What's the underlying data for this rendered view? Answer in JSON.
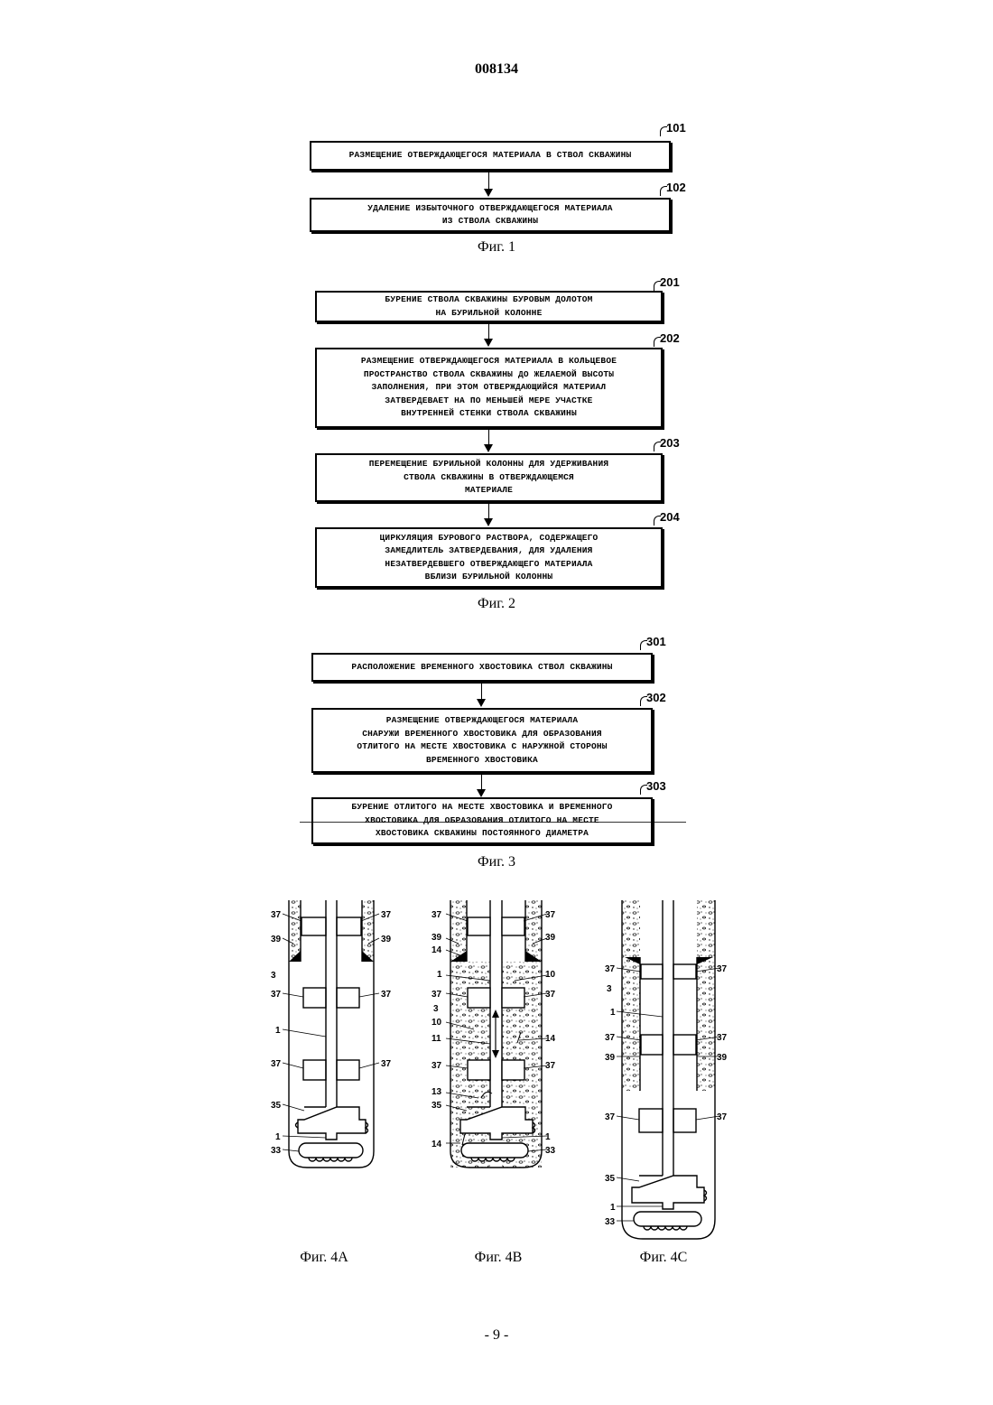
{
  "header": {
    "doc_number": "008134"
  },
  "fig1": {
    "steps": [
      {
        "ref": "101",
        "lines": [
          "РАЗМЕЩЕНИЕ ОТВЕРЖДАЮЩЕГОСЯ МАТЕРИАЛА В СТВОЛ СКВАЖИНЫ"
        ]
      },
      {
        "ref": "102",
        "lines": [
          "УДАЛЕНИЕ ИЗБЫТОЧНОГО ОТВЕРЖДАЮЩЕГОСЯ МАТЕРИАЛА",
          "ИЗ СТВОЛА СКВАЖИНЫ"
        ]
      }
    ],
    "caption": "Фиг. 1"
  },
  "fig2": {
    "steps": [
      {
        "ref": "201",
        "lines": [
          "БУРЕНИЕ СТВОЛА СКВАЖИНЫ БУРОВЫМ ДОЛОТОМ",
          "НА БУРИЛЬНОЙ КОЛОННЕ"
        ]
      },
      {
        "ref": "202",
        "lines": [
          "РАЗМЕЩЕНИЕ ОТВЕРЖДАЮЩЕГОСЯ МАТЕРИАЛА В КОЛЬЦЕВОЕ",
          "ПРОСТРАНСТВО СТВОЛА СКВАЖИНЫ ДО ЖЕЛАЕМОЙ ВЫСОТЫ",
          "ЗАПОЛНЕНИЯ, ПРИ ЭТОМ ОТВЕРЖДАЮЩИЙСЯ МАТЕРИАЛ",
          "ЗАТВЕРДЕВАЕТ НА ПО МЕНЬШЕЙ МЕРЕ УЧАСТКЕ",
          "ВНУТРЕННЕЙ СТЕНКИ СТВОЛА СКВАЖИНЫ"
        ]
      },
      {
        "ref": "203",
        "lines": [
          "ПЕРЕМЕЩЕНИЕ БУРИЛЬНОЙ КОЛОННЫ ДЛЯ УДЕРЖИВАНИЯ",
          "СТВОЛА СКВАЖИНЫ В ОТВЕРЖДАЮЩЕМСЯ",
          "МАТЕРИАЛЕ"
        ]
      },
      {
        "ref": "204",
        "lines": [
          "ЦИРКУЛЯЦИЯ БУРОВОГО РАСТВОРА, СОДЕРЖАЩЕГО",
          "ЗАМЕДЛИТЕЛЬ ЗАТВЕРДЕВАНИЯ, ДЛЯ УДАЛЕНИЯ",
          "НЕЗАТВЕРДЕВШЕГО ОТВЕРЖДАЮЩЕГО МАТЕРИАЛА",
          "ВБЛИЗИ БУРИЛЬНОЙ КОЛОННЫ"
        ]
      }
    ],
    "caption": "Фиг. 2"
  },
  "fig3": {
    "steps": [
      {
        "ref": "301",
        "lines": [
          "РАСПОЛОЖЕНИЕ ВРЕМЕННОГО ХВОСТОВИКА СТВОЛ СКВАЖИНЫ"
        ]
      },
      {
        "ref": "302",
        "lines": [
          "РАЗМЕЩЕНИЕ ОТВЕРЖДАЮЩЕГОСЯ МАТЕРИАЛА",
          "СНАРУЖИ ВРЕМЕННОГО ХВОСТОВИКА ДЛЯ ОБРАЗОВАНИЯ",
          "ОТЛИТОГО НА МЕСТЕ ХВОСТОВИКА С НАРУЖНОЙ СТОРОНЫ",
          "ВРЕМЕННОГО ХВОСТОВИКА"
        ]
      },
      {
        "ref": "303",
        "lines": [
          "БУРЕНИЕ ОТЛИТОГО НА МЕСТЕ ХВОСТОВИКА И ВРЕМЕННОГО",
          "ХВОСТОВИКА ДЛЯ ОБРАЗОВАНИЯ ОТЛИТОГО НА МЕСТЕ",
          "ХВОСТОВИКА СКВАЖИНЫ ПОСТОЯННОГО ДИАМЕТРА"
        ]
      }
    ],
    "caption": "Фиг. 3"
  },
  "fig4": {
    "captions": [
      "Фиг. 4A",
      "Фиг. 4B",
      "Фиг. 4C"
    ],
    "labels": {
      "l37": "37",
      "l39": "39",
      "l3": "3",
      "l1": "1",
      "l35": "35",
      "l33": "33",
      "l14": "14",
      "l10": "10",
      "l11": "11",
      "l13": "13"
    }
  },
  "footer": {
    "page_number": "- 9 -"
  }
}
